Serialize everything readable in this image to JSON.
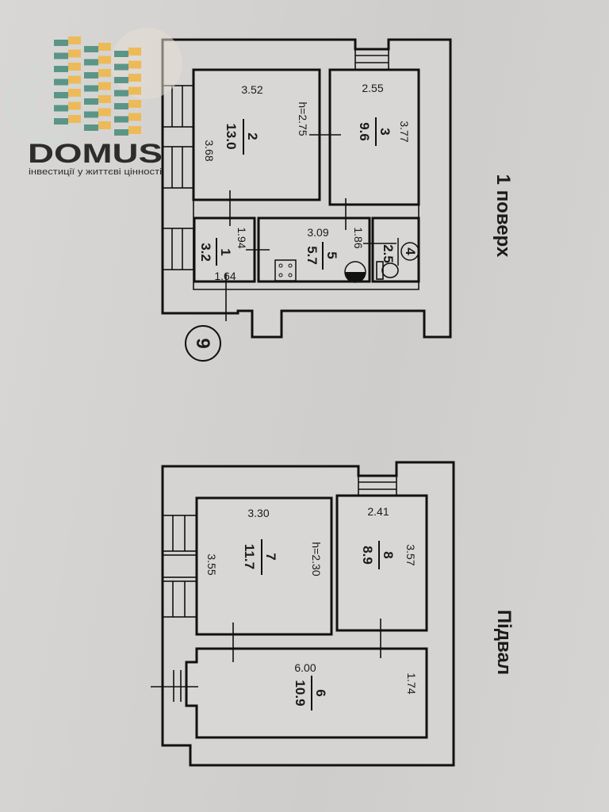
{
  "logo": {
    "brand": "DOMUS",
    "tagline": "інвестиції у життєві цінності",
    "colors": {
      "green": "#4e8f80",
      "yellow": "#f0b84c"
    }
  },
  "floor1": {
    "title": "1 поверх",
    "marker": "9",
    "rooms": [
      {
        "number": "2",
        "area": "13.0",
        "width": "3.52",
        "length": "3.68",
        "height": "h=2.75"
      },
      {
        "number": "3",
        "area": "9.6",
        "width": "2.55",
        "length": "3.77"
      },
      {
        "number": "1",
        "area": "3.2",
        "width": "1.64",
        "length": "1.94"
      },
      {
        "number": "5",
        "area": "5.7",
        "width": "3.09",
        "length": "1.86"
      },
      {
        "number": "4",
        "area": "2.5"
      }
    ]
  },
  "basement": {
    "title": "Підвал",
    "rooms": [
      {
        "number": "7",
        "area": "11.7",
        "width": "3.30",
        "length": "3.55",
        "height": "h=2.30"
      },
      {
        "number": "8",
        "area": "8.9",
        "width": "2.41",
        "length": "3.57"
      },
      {
        "number": "6",
        "area": "10.9",
        "width": "6.00",
        "length": "1.74"
      }
    ]
  }
}
